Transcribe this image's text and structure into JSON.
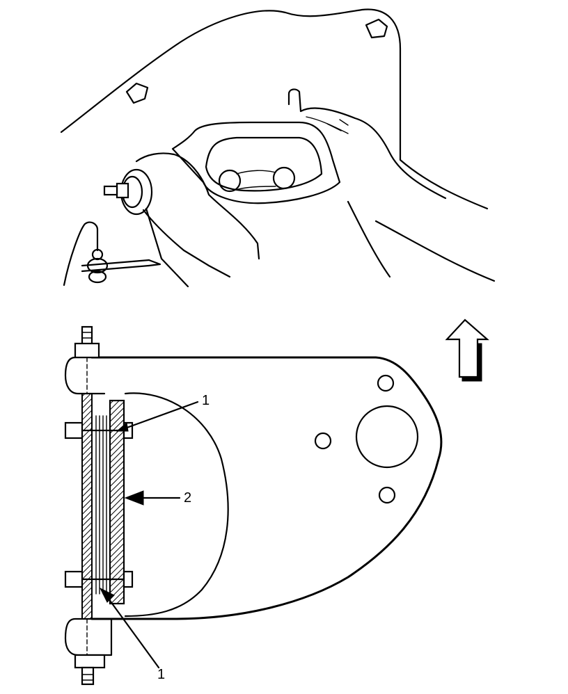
{
  "callouts": [
    {
      "label": "1"
    },
    {
      "label": "2"
    },
    {
      "label": "1"
    }
  ],
  "arrow_direction": "up",
  "ink_color": "#000000",
  "paper_color": "#ffffff"
}
